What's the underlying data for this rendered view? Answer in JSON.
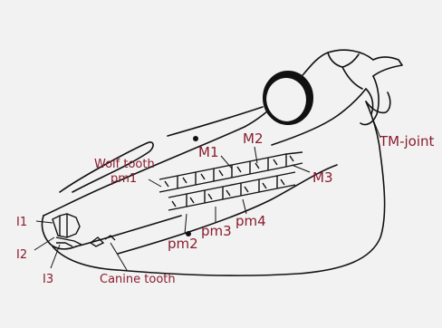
{
  "labels": {
    "m1": "M1",
    "m2": "M2",
    "m3": "M3",
    "wolf_tooth": "Wolf tooth",
    "pm1": "pm1",
    "pm2": "pm2",
    "pm3": "pm3",
    "pm4": "pm4",
    "tm_joint": "TM-joint",
    "i1": "I1",
    "i2": "I2",
    "i3": "I3",
    "canine_tooth": "Canine tooth"
  },
  "colors": {
    "label": "#8a1c2e",
    "ink": "#111111",
    "background": "#f2f2f2"
  }
}
